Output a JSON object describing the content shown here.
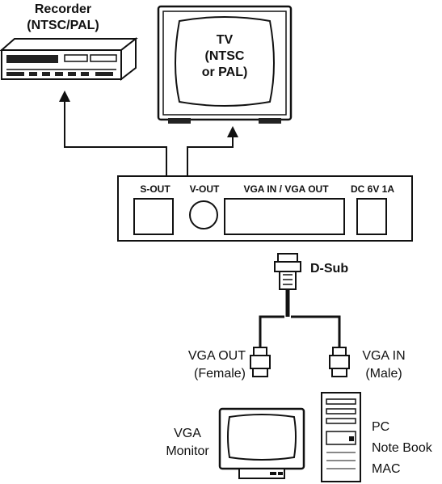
{
  "recorder": {
    "line1": "Recorder",
    "line2": "(NTSC/PAL)"
  },
  "tv": {
    "line1": "TV",
    "line2": "(NTSC",
    "line3": "or PAL)"
  },
  "box": {
    "s_out": "S-OUT",
    "v_out": "V-OUT",
    "vga": "VGA IN / VGA OUT",
    "dc": "DC 6V 1A"
  },
  "cable": {
    "dsub": "D-Sub"
  },
  "vga_out": {
    "line1": "VGA OUT",
    "line2": "(Female)"
  },
  "vga_in": {
    "line1": "VGA IN",
    "line2": "(Male)"
  },
  "monitor": {
    "line1": "VGA",
    "line2": "Monitor"
  },
  "pc": {
    "line1": "PC",
    "line2": "Note Book",
    "line3": "MAC"
  }
}
